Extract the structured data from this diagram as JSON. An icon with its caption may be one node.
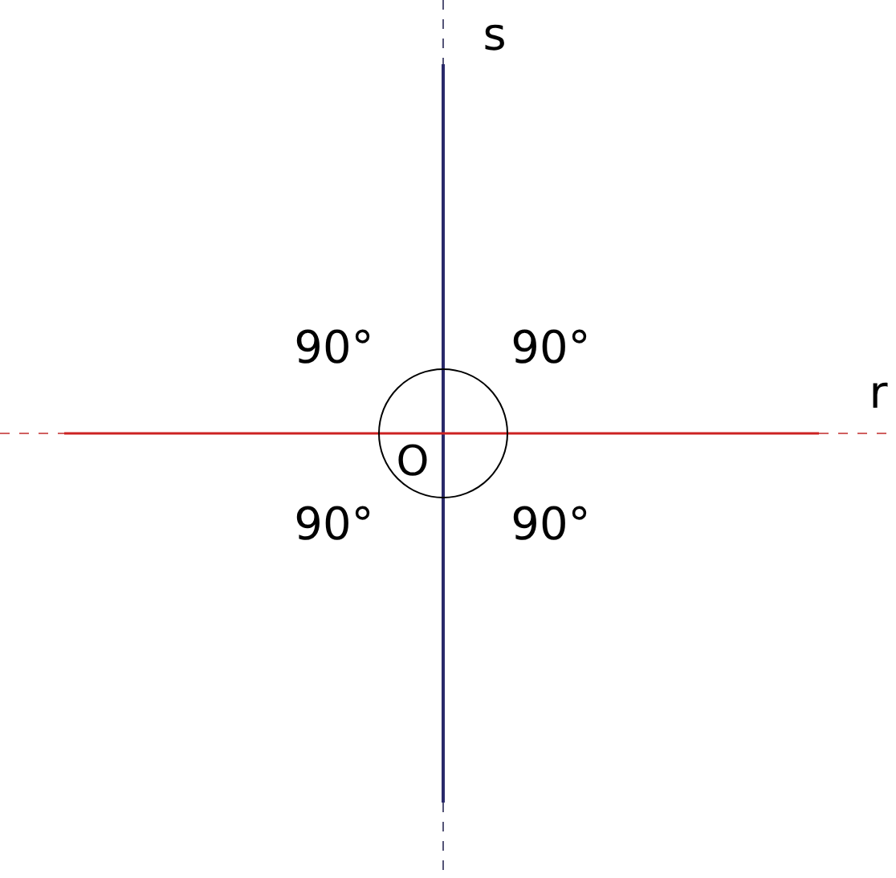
{
  "diagram": {
    "labels": [
      "s",
      "90°",
      "90°",
      "r",
      "O",
      "90°",
      "90°"
    ]
  }
}
